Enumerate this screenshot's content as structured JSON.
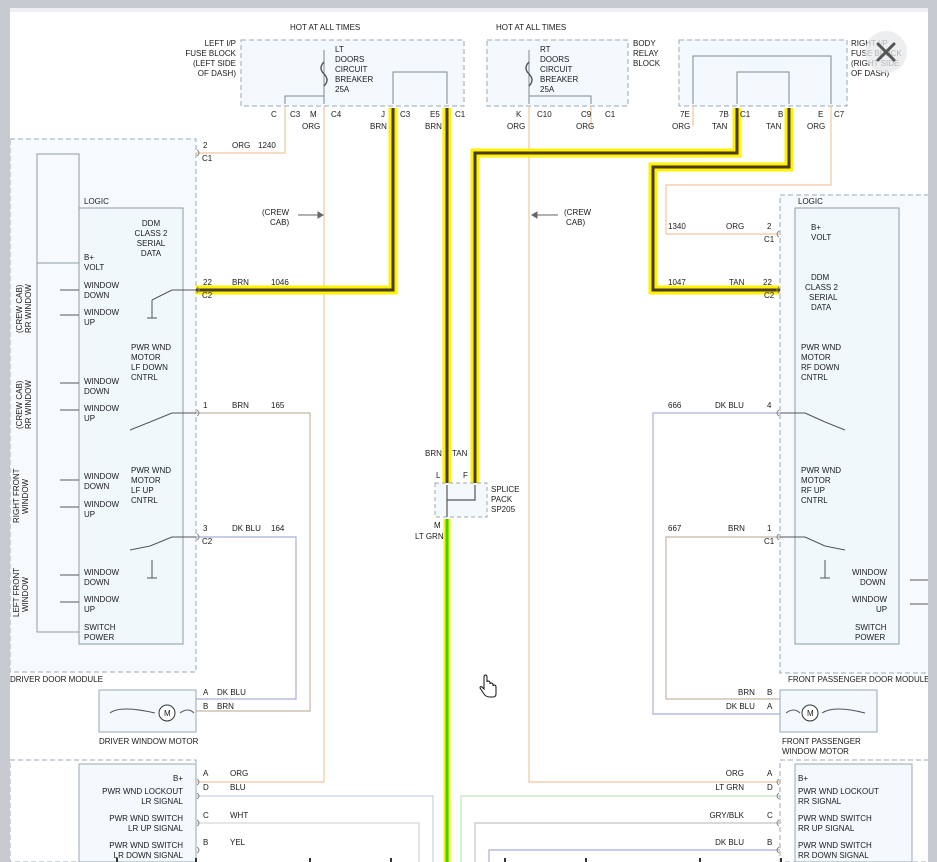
{
  "colors": {
    "highlight": "#fff200",
    "yellow_wire": "#f2e600",
    "brown_wire": "#4a3b23",
    "green_wire": "#37d21d",
    "box_border": "#9aa7b4",
    "box_fill": "#f3f9fd",
    "orange_wire": "#f0c8a0",
    "dkblue_wire": "#a9aed8",
    "gray_wire": "#c0c4c8"
  },
  "icons": {
    "close": "close-x-icon",
    "cursor": "hand-cursor-icon",
    "motor": "motor-symbol-icon"
  },
  "supply": {
    "hot_left": "HOT AT ALL TIMES",
    "hot_right": "HOT AT ALL TIMES"
  },
  "left_fuse_block": {
    "label": [
      "LEFT I/P",
      "FUSE BLOCK",
      "(LEFT SIDE",
      "OF DASH)"
    ]
  },
  "left_breaker": {
    "label": [
      "LT",
      "DOORS",
      "CIRCUIT",
      "BREAKER",
      "25A"
    ]
  },
  "left_fuse_pins": {
    "codes": [
      "C",
      "C3",
      "M",
      "C4",
      "J",
      "C3",
      "E5",
      "C1"
    ],
    "wires": [
      "ORG",
      "BRN",
      "BRN"
    ]
  },
  "right_breaker": {
    "label": [
      "RT",
      "DOORS",
      "CIRCUIT",
      "BREAKER",
      "25A"
    ]
  },
  "body_relay": {
    "label": [
      "BODY",
      "RELAY",
      "BLOCK"
    ]
  },
  "right_relay_pins": {
    "codes": [
      "K",
      "C10",
      "C9",
      "C1"
    ],
    "wires": [
      "ORG",
      "ORG"
    ]
  },
  "right_fuse_block": {
    "label": [
      "RIGHT I/P",
      "FUSE BLOCK",
      "(RIGHT SIDE",
      "OF DASH)"
    ]
  },
  "right_fuse_pins": {
    "codes": [
      "7E",
      "7B",
      "C1",
      "B",
      "E",
      "C7"
    ],
    "wires": [
      "ORG",
      "TAN",
      "TAN",
      "ORG"
    ]
  },
  "crew_cab_left": [
    "(CREW",
    "CAB)"
  ],
  "crew_cab_right": [
    "(CREW",
    "CAB)"
  ],
  "driver_module": {
    "title": "DRIVER DOOR MODULE",
    "logic": "LOGIC",
    "ddm": [
      "DDM",
      "CLASS 2",
      "SERIAL",
      "DATA"
    ],
    "b_volt": [
      "B+",
      "VOLT"
    ],
    "win_down_1": [
      "WINDOW",
      "DOWN"
    ],
    "win_up_1": [
      "WINDOW",
      "UP"
    ],
    "win_down_2": [
      "WINDOW",
      "DOWN"
    ],
    "win_up_2": [
      "WINDOW",
      "UP"
    ],
    "lf_down": [
      "PWR WND",
      "MOTOR",
      "LF DOWN",
      "CNTRL"
    ],
    "win_down_3": [
      "WINDOW",
      "DOWN"
    ],
    "win_up_3": [
      "WINDOW",
      "UP"
    ],
    "lf_up": [
      "PWR WND",
      "MOTOR",
      "LF UP",
      "CNTRL"
    ],
    "win_down_4": [
      "WINDOW",
      "DOWN"
    ],
    "win_up_4": [
      "WINDOW",
      "UP"
    ],
    "switch_power": [
      "SWITCH",
      "POWER"
    ],
    "side_labels": [
      [
        "(CREW CAB)",
        "RR WINDOW"
      ],
      [
        "(CREW CAB)",
        "RR WINDOW"
      ],
      [
        "RIGHT FRONT",
        "WINDOW"
      ],
      [
        "LEFT FRONT",
        "WINDOW"
      ]
    ]
  },
  "left_circuits": {
    "pin2": "2",
    "wire_org": "ORG",
    "num_1240": "1240",
    "c1": "C1",
    "pin22": "22",
    "wire_brn": "BRN",
    "num_1046": "1046",
    "c2": "C2",
    "pin1": "1",
    "wire_brn2": "BRN",
    "num_165": "165",
    "pin3": "3",
    "wire_dkblu": "DK BLU",
    "num_164": "164",
    "c2b": "C2"
  },
  "splice": {
    "wire_brn": "BRN",
    "wire_tan": "TAN",
    "pin_l": "L",
    "pin_f": "F",
    "label": [
      "SPLICE",
      "PACK",
      "SP205"
    ],
    "pin_m": "M",
    "wire_ltgrn": "LT GRN"
  },
  "passenger_module": {
    "title": "FRONT PASSENGER DOOR MODULE",
    "logic": "LOGIC",
    "b_volt": [
      "B+",
      "VOLT"
    ],
    "ddm": [
      "DDM",
      "CLASS 2",
      "SERIAL",
      "DATA"
    ],
    "rf_down": [
      "PWR WND",
      "MOTOR",
      "RF DOWN",
      "CNTRL"
    ],
    "rf_up": [
      "PWR WND",
      "MOTOR",
      "RF UP",
      "CNTRL"
    ],
    "win_down": [
      "WINDOW",
      "DOWN"
    ],
    "win_up": [
      "WINDOW",
      "UP"
    ],
    "switch_power": [
      "SWITCH",
      "POWER"
    ]
  },
  "right_circuits": {
    "num_1340": "1340",
    "wire_org": "ORG",
    "pin2": "2",
    "c1": "C1",
    "num_1047": "1047",
    "wire_tan": "TAN",
    "pin22": "22",
    "c2": "C2",
    "num_666": "666",
    "wire_dkblu": "DK BLU",
    "pin4": "4",
    "num_667": "667",
    "wire_brn": "BRN",
    "pin1": "1",
    "c1b": "C1"
  },
  "driver_motor": {
    "label": "DRIVER WINDOW MOTOR",
    "pin_a": "A",
    "wire_a": "DK BLU",
    "pin_b": "B",
    "wire_b": "BRN",
    "m": "M"
  },
  "passenger_motor": {
    "label": [
      "FRONT PASSENGER",
      "WINDOW MOTOR"
    ],
    "wire_b": "BRN",
    "pin_b": "B",
    "wire_a": "DK BLU",
    "pin_a": "A",
    "m": "M"
  },
  "rear_left": {
    "rows": [
      {
        "label": [
          "B+"
        ],
        "pin": "A",
        "wire": "ORG"
      },
      {
        "label": [
          "PWR WND LOCKOUT",
          "LR SIGNAL"
        ],
        "pin": "D",
        "wire": "BLU"
      },
      {
        "label": [
          "PWR WND SWITCH",
          "LR UP SIGNAL"
        ],
        "pin": "C",
        "wire": "WHT"
      },
      {
        "label": [
          "PWR WND SWITCH",
          "LR DOWN SIGNAL"
        ],
        "pin": "B",
        "wire": "YEL"
      }
    ]
  },
  "rear_right": {
    "rows": [
      {
        "label": [
          "B+"
        ],
        "pin": "A",
        "wire": "ORG"
      },
      {
        "label": [
          "PWR WND LOCKOUT",
          "RR SIGNAL"
        ],
        "pin": "D",
        "wire": "LT GRN"
      },
      {
        "label": [
          "PWR WND SWITCH",
          "RR UP SIGNAL"
        ],
        "pin": "C",
        "wire": "GRY/BLK"
      },
      {
        "label": [
          "PWR WND SWITCH",
          "RR DOWN SIGNAL"
        ],
        "pin": "B",
        "wire": "DK BLU"
      }
    ]
  }
}
